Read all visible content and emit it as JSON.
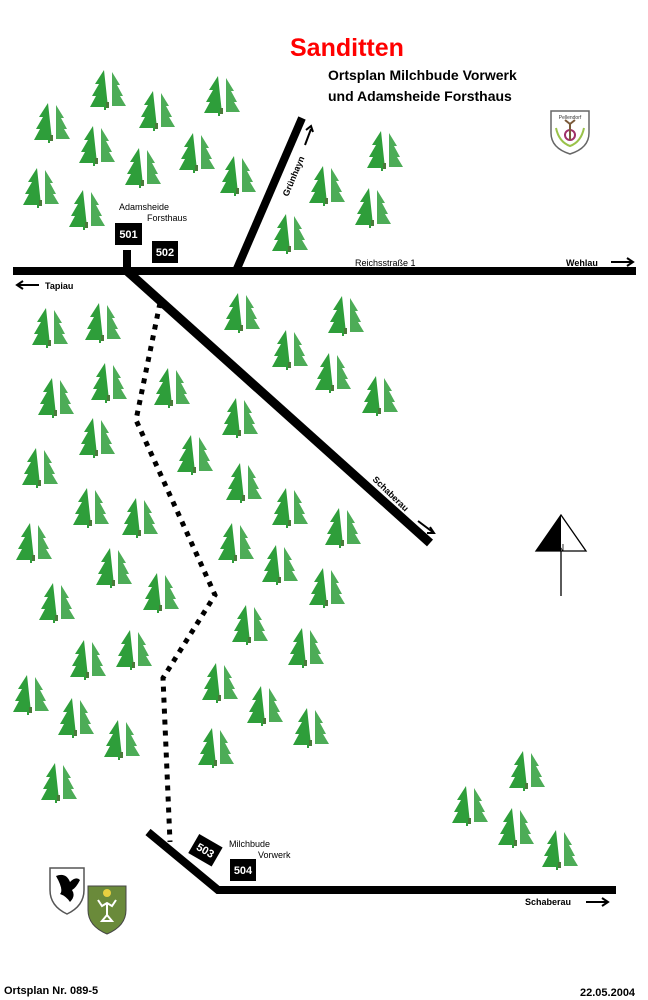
{
  "header": {
    "title": "Sanditten",
    "subtitle_line1": "Ortsplan Milchbude Vorwerk",
    "subtitle_line2": "und Adamsheide Forsthaus"
  },
  "crest_top_right": {
    "lettering": "Pellendorf"
  },
  "places": {
    "adamsheide_line1": "Adamsheide",
    "adamsheide_line2": "Forsthaus",
    "milchbude_line1": "Milchbude",
    "milchbude_line2": "Vorwerk"
  },
  "markers": [
    "501",
    "502",
    "503",
    "504"
  ],
  "roads": {
    "reichsstrasse": "Reichsstraße 1",
    "wehlau": "Wehlau",
    "tapiau": "Tapiau",
    "gruenhayn": "Grünhayn",
    "schaberau_diag": "Schaberau",
    "schaberau_bottom": "Schaberau"
  },
  "compass": {
    "label": "N"
  },
  "footer": {
    "plan_number": "Ortsplan Nr. 089-5",
    "date": "22.05.2004"
  },
  "colors": {
    "title": "#ff0000",
    "tree": "#2e9e3a",
    "road": "#000000"
  }
}
